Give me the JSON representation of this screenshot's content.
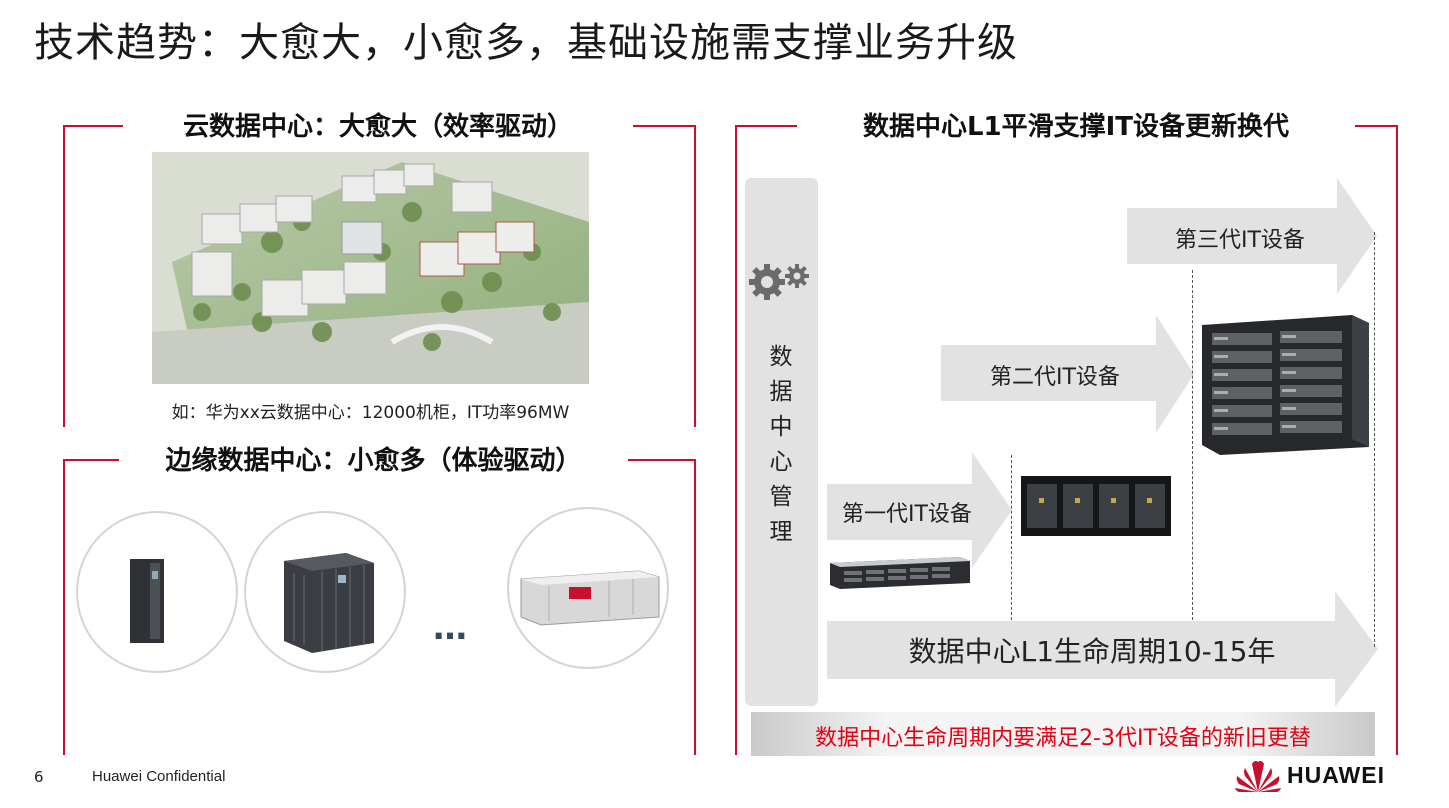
{
  "title": "技术趋势：大愈大，小愈多，基础设施需支撑业务升级",
  "left": {
    "cloud_title": "云数据中心：大愈大（效率驱动）",
    "cloud_caption": "如：华为xx云数据中心：12000机柜，IT功率96MW",
    "edge_title": "边缘数据中心：小愈多（体验驱动）",
    "ellipsis": "…"
  },
  "right": {
    "title": "数据中心L1平滑支撑IT设备更新换代",
    "mgmt_label": "数据中心管理",
    "gen1": "第一代IT设备",
    "gen2": "第二代IT设备",
    "gen3": "第三代IT设备",
    "lifecycle": "数据中心L1生命周期10-15年",
    "bottom_note": "数据中心生命周期内要满足2-3代IT设备的新旧更替"
  },
  "footer": {
    "page_number": "6",
    "confidential": "Huawei Confidential",
    "logo_text": "HUAWEI"
  },
  "colors": {
    "accent_red": "#c8102e",
    "arrow_gray": "#e2e2e2",
    "note_red": "#e60012"
  }
}
